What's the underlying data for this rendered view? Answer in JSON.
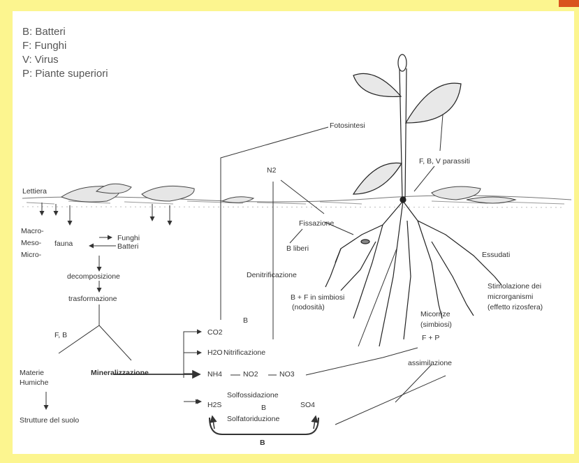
{
  "legend": [
    "B: Batteri",
    "F: Funghi",
    "V: Virus",
    "P: Piante superiori"
  ],
  "labels": {
    "fotosintesi": "Fotosintesi",
    "parassiti": "F, B, V parassiti",
    "n2": "N2",
    "lettiera": "Lettiera",
    "fissazione": "Fissazione",
    "b_liberi": "B liberi",
    "essudati": "Essudati",
    "macro": "Macro-",
    "meso": "Meso-",
    "micro": "Micro-",
    "fauna": "fauna",
    "funghi": "Funghi",
    "batteri": "Batteri",
    "decomposizione": "decomposizione",
    "trasformazione": "trasformazione",
    "denitrificazione": "Denitrificazione",
    "simbiosi_1": "B + F in simbiosi",
    "simbiosi_2": "(nodosità)",
    "stimolazione_1": "Stimolazione dei",
    "stimolazione_2": "microrganismi",
    "stimolazione_3": "(effetto rizosfera)",
    "micorrize_1": "Micorrize",
    "micorrize_2": "(simbiosi)",
    "fp": "F + P",
    "fb": "F, B",
    "b_center": "B",
    "co2": "CO2",
    "h2o": "H2O",
    "nitrificazione": "Nitrificazione",
    "nh4": "NH4",
    "no2": "NO2",
    "no3": "NO3",
    "assimilazione": "assimilazione",
    "materie_1": "Materie",
    "materie_2": "Humiche",
    "mineralizzazione": "Mineralizzazione",
    "solfossidazione": "Solfossidazione",
    "h2s": "H2S",
    "b_sulfur": "B",
    "so4": "SO4",
    "solfatoriduzione": "Solfatoriduzione",
    "strutture": "Strutture del suolo",
    "b_bottom": "B"
  },
  "colors": {
    "frame": "#fcf58f",
    "corner": "#d9531e",
    "panel": "#ffffff",
    "ink": "#333333"
  }
}
